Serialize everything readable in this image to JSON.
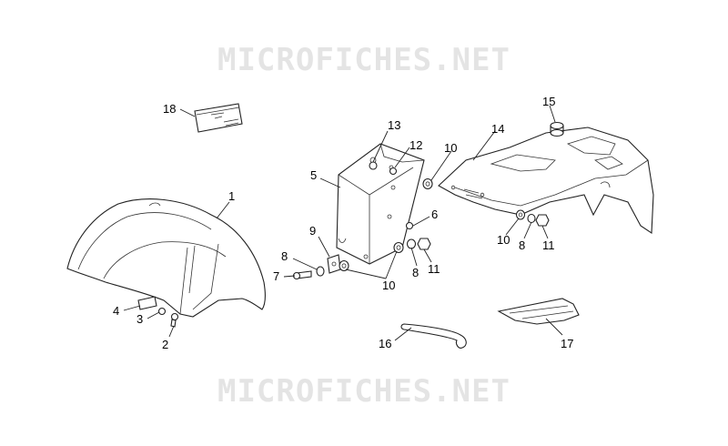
{
  "watermark": {
    "top_text": "MICROFICHES.NET",
    "bottom_text": "MICROFICHES.NET"
  },
  "labels": {
    "l1": "1",
    "l2": "2",
    "l3": "3",
    "l4": "4",
    "l5": "5",
    "l6": "6",
    "l7": "7",
    "l8a": "8",
    "l8b": "8",
    "l8c": "8",
    "l9": "9",
    "l10a": "10",
    "l10b": "10",
    "l10c": "10",
    "l11a": "11",
    "l11b": "11",
    "l12": "12",
    "l13": "13",
    "l14": "14",
    "l15": "15",
    "l16": "16",
    "l17": "17",
    "l18": "18"
  }
}
